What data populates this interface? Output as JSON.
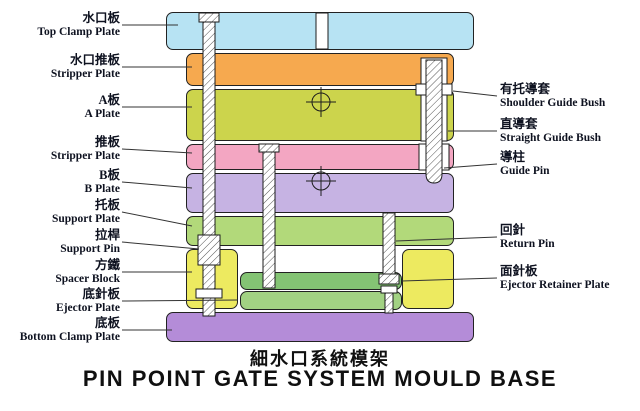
{
  "title": {
    "zh": "細水口系統模架",
    "en": "PIN POINT GATE SYSTEM MOULD BASE"
  },
  "left_labels": [
    {
      "zh": "水口板",
      "en": "Top Clamp Plate"
    },
    {
      "zh": "水口推板",
      "en": "Stripper Plate"
    },
    {
      "zh": "A板",
      "en": "A Plate"
    },
    {
      "zh": "推板",
      "en": "Stripper Plate"
    },
    {
      "zh": "B板",
      "en": "B Plate"
    },
    {
      "zh": "托板",
      "en": "Support Plate"
    },
    {
      "zh": "拉桿",
      "en": "Support Pin"
    },
    {
      "zh": "方鐵",
      "en": "Spacer Block"
    },
    {
      "zh": "底針板",
      "en": "Ejector Plate"
    },
    {
      "zh": "底板",
      "en": "Bottom Clamp Plate"
    }
  ],
  "right_labels": [
    {
      "zh": "有托導套",
      "en": "Shoulder Guide Bush"
    },
    {
      "zh": "直導套",
      "en": "Straight Guide Bush"
    },
    {
      "zh": "導柱",
      "en": "Guide Pin"
    },
    {
      "zh": "回針",
      "en": "Return Pin"
    },
    {
      "zh": "面針板",
      "en": "Ejector Retainer Plate"
    }
  ],
  "colors": {
    "top_clamp_plate": "#b7e3f3",
    "runner_stripper_plate": "#f6a94f",
    "a_plate": "#ccd44c",
    "stripper_plate": "#f3a6c2",
    "b_plate": "#c6b3e3",
    "support_plate": "#b2d97a",
    "spacer_block": "#edea60",
    "ejector_retainer_plate": "#84c474",
    "ejector_plate": "#a2d283",
    "bottom_clamp_plate": "#b48cd8"
  }
}
